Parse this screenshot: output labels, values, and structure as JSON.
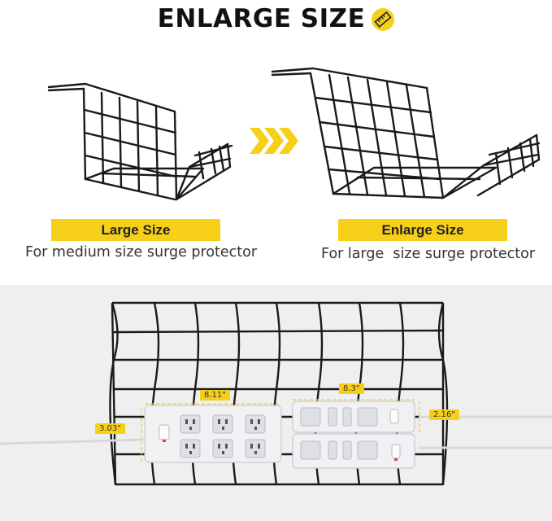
{
  "header": {
    "title": "ENLARGE SIZE",
    "badge_icon": "ruler-icon"
  },
  "left_product": {
    "label": "Large Size",
    "caption": "For medium size surge protector"
  },
  "right_product": {
    "label": "Enlarge Size",
    "caption": "For large  size surge protector"
  },
  "transition_icon": "triple-chevron-right-icon",
  "dimensions": {
    "strip1_length": "8.11\"",
    "strip1_height": "3.03\"",
    "strip2_length": "8.3\"",
    "strip2_width": "2.16\""
  },
  "colors": {
    "accent": "#f6cf19",
    "wire": "#1a1a1a",
    "panel": "#efefef"
  }
}
